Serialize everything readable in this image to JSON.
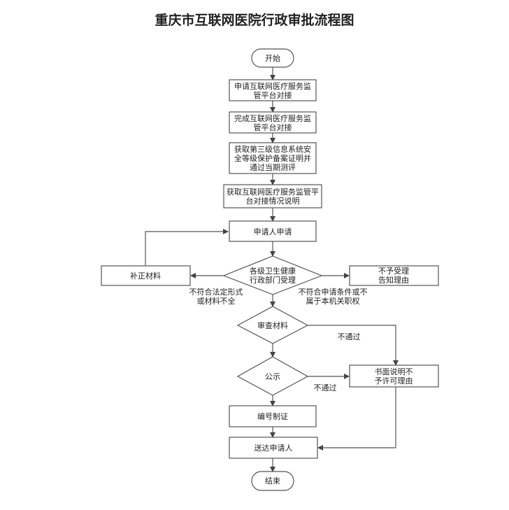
{
  "title": "重庆市互联网医院行政审批流程图",
  "colors": {
    "stroke": "#555555",
    "text": "#222222",
    "background": "#ffffff"
  },
  "nodes": {
    "start": "开始",
    "step1": [
      "申请互联网医疗服务监",
      "管平台对接"
    ],
    "step2": [
      "完成互联网医疗服务监",
      "管平台对接"
    ],
    "step3": [
      "获取第三级信息系统安",
      "全等级保护备案证明并",
      "通过当期测评"
    ],
    "step4": [
      "获取互联网医疗服务监管平",
      "台对接情况说明"
    ],
    "apply": "申请人申请",
    "accept": [
      "各级卫生健康",
      "行政部门受理"
    ],
    "supplement": "补正材料",
    "reject_accept": [
      "不予受理",
      "告知理由"
    ],
    "review": "审查材料",
    "publicize": "公示",
    "written_reason": [
      "书面说明不",
      "予许可理由"
    ],
    "certify": "编号制证",
    "deliver": "送达申请人",
    "end": "结束"
  },
  "edge_labels": {
    "incomplete": [
      "不符合法定形式",
      "或材料不全"
    ],
    "out_of_scope": [
      "不符合申请条件或不",
      "属于本机关职权"
    ],
    "review_fail": "不通过",
    "publicize_fail": "不通过"
  }
}
